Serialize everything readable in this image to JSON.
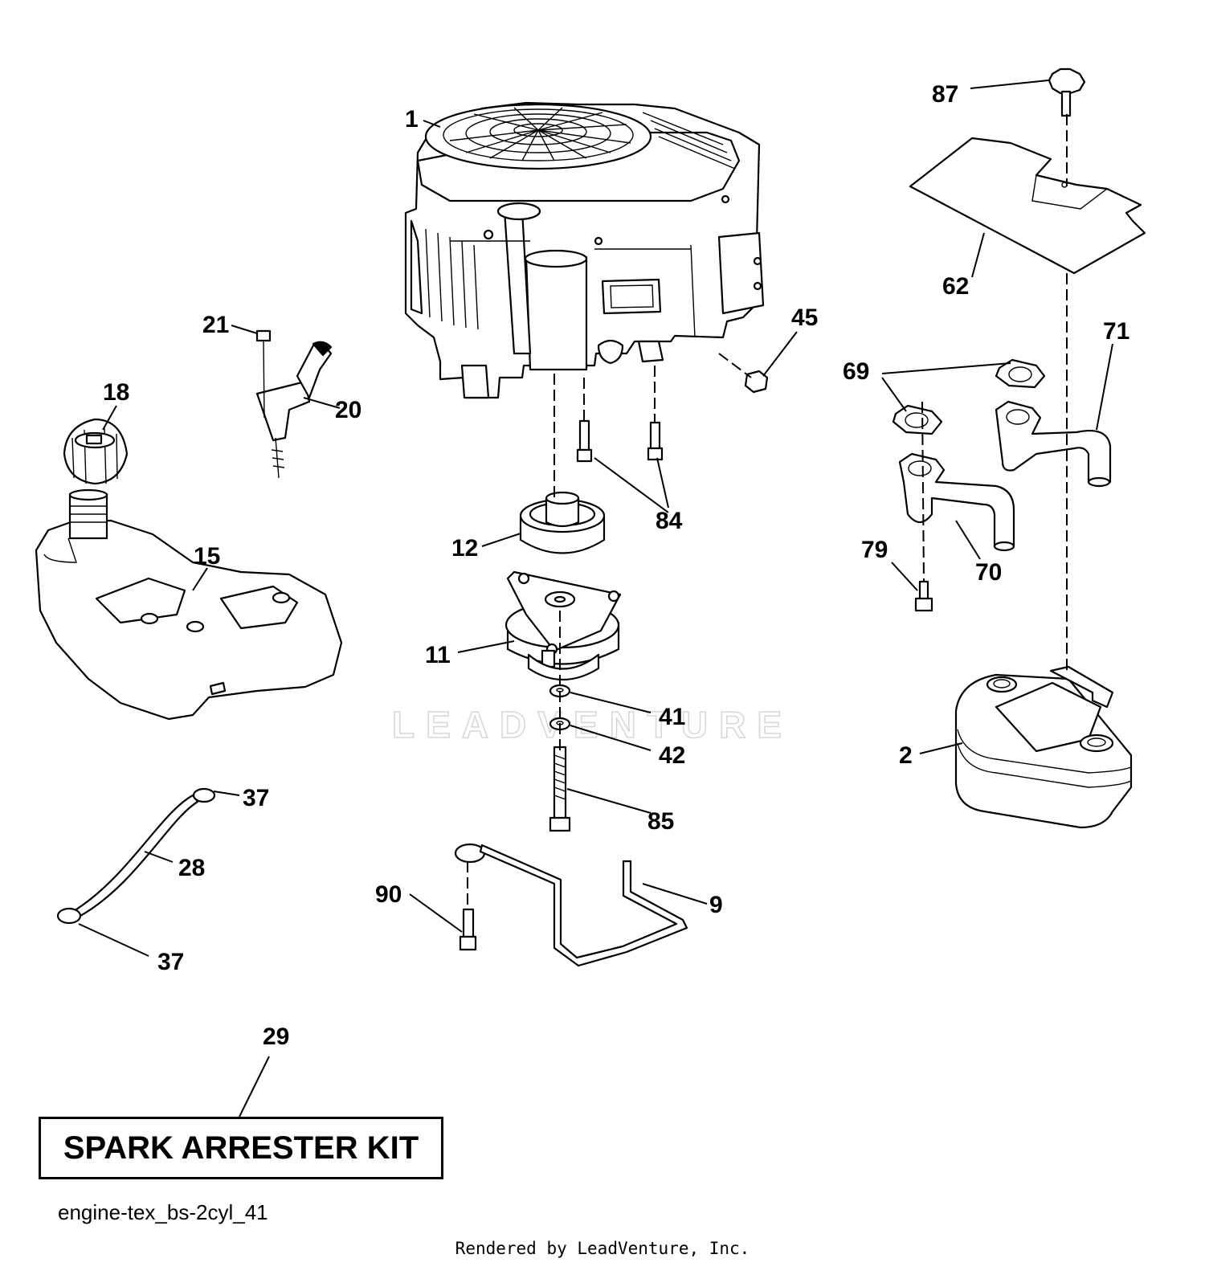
{
  "diagram": {
    "watermark": "LEADVENTURE",
    "diagram_id": "engine-tex_bs-2cyl_41",
    "render_credit": "Rendered by LeadVenture, Inc.",
    "kit_label": "SPARK ARRESTER KIT"
  },
  "callouts": {
    "c1": "1",
    "c2": "2",
    "c9": "9",
    "c11": "11",
    "c12": "12",
    "c15": "15",
    "c18": "18",
    "c20": "20",
    "c21": "21",
    "c28": "28",
    "c29": "29",
    "c37a": "37",
    "c37b": "37",
    "c41": "41",
    "c42": "42",
    "c45": "45",
    "c62": "62",
    "c69": "69",
    "c70": "70",
    "c71": "71",
    "c79": "79",
    "c84": "84",
    "c85": "85",
    "c87": "87",
    "c90": "90"
  },
  "parts": [
    {
      "id": "1",
      "name": "engine"
    },
    {
      "id": "2",
      "name": "muffler"
    },
    {
      "id": "9",
      "name": "clutch-bracket-rod"
    },
    {
      "id": "11",
      "name": "electric-pto-clutch"
    },
    {
      "id": "12",
      "name": "engine-pulley"
    },
    {
      "id": "15",
      "name": "fuel-tank"
    },
    {
      "id": "18",
      "name": "fuel-cap"
    },
    {
      "id": "20",
      "name": "throttle-bracket"
    },
    {
      "id": "21",
      "name": "screw"
    },
    {
      "id": "28",
      "name": "fuel-line"
    },
    {
      "id": "29",
      "name": "spark-arrester-kit"
    },
    {
      "id": "37",
      "name": "hose-clamp"
    },
    {
      "id": "41",
      "name": "washer"
    },
    {
      "id": "42",
      "name": "lock-washer"
    },
    {
      "id": "45",
      "name": "nut"
    },
    {
      "id": "62",
      "name": "heat-shield"
    },
    {
      "id": "69",
      "name": "exhaust-gasket"
    },
    {
      "id": "70",
      "name": "exhaust-pipe-left"
    },
    {
      "id": "71",
      "name": "exhaust-pipe-right"
    },
    {
      "id": "79",
      "name": "bolt"
    },
    {
      "id": "84",
      "name": "engine-bolt"
    },
    {
      "id": "85",
      "name": "clutch-bolt"
    },
    {
      "id": "87",
      "name": "shield-screw"
    },
    {
      "id": "90",
      "name": "bracket-bolt"
    }
  ]
}
